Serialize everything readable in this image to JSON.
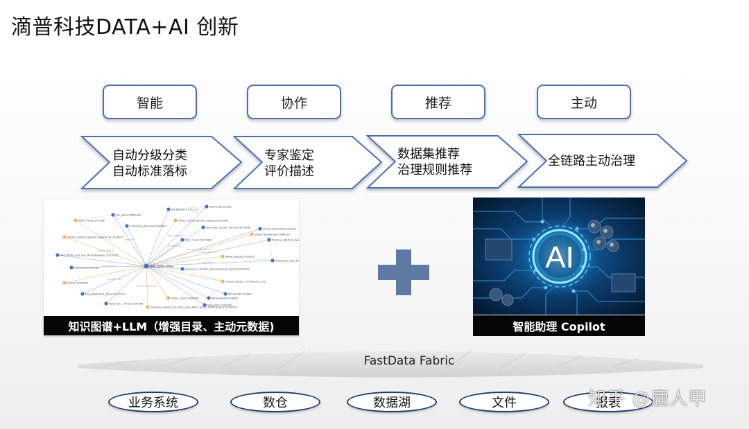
{
  "title": "滴普科技DATA+AI 创新",
  "stages": [
    {
      "tag": "智能",
      "lines": [
        "自动分级分类",
        "自动标准落标"
      ]
    },
    {
      "tag": "协作",
      "lines": [
        "专家鉴定",
        "评价描述"
      ]
    },
    {
      "tag": "推荐",
      "lines": [
        "数据集推荐",
        "治理规则推荐"
      ]
    },
    {
      "tag": "主动",
      "lines": [
        "全链路主动治理"
      ]
    }
  ],
  "knowledge_graph": {
    "caption": "知识图谱+LLM（增强目录、主动元数据)",
    "center_label": "Bob_Dylan:2044",
    "node_labels": [
      "Rock_music:271298",
      "the_Band:5829444",
      "Columbia_Records:3163981",
      "Artists_United_Against_Apartheid:3126077",
      "Tom_Petty_and_the_Heartbreakers:3317323",
      "Harmonica:581489",
      "Guitar:3046758",
      "the_Basement_Tapes:3212223",
      "Peter_Sh..._Prize:5790481",
      "Grammy_Award_for_Best_Solo_Rock_Vocal_Performance:3164749",
      "songwriter:1071177",
      "Nashville:320187",
      "Other_contemporary_gospel:3299789",
      "Kennedy_Center_Honors:4116399",
      "Folk_music:3233693",
      "singer-songwriter:2488291",
      "Pinner_Records:2233159",
      "Thomas_Merton_Award:3297920",
      "Texas_Shiela:3707652",
      "American_Folk_Music:37831229",
      "Grammy_Lifetime_Achievement_Award:3259919",
      "United_States_of_America:333",
      "Minneapolis:224891",
      "Minnesota:224891",
      "Saint_Louis:3466339",
      "New_York_City:380"
    ],
    "edge_labels": [
      "genre:10",
      "record_label:8",
      "instrument:6",
      "member_of:9",
      "award_received:4",
      "place_of_birth:2",
      "occupation:5",
      "country_of_citizenship:7",
      "influenced_by:3",
      "performer:11"
    ]
  },
  "copilot": {
    "caption": "智能助理 Copilot",
    "badge": "AI",
    "icon": "ai-chip-circuit-board"
  },
  "fabric_label": "FastData Fabric",
  "sources": [
    "业务系统",
    "数仓",
    "数据湖",
    "文件",
    "报表"
  ],
  "watermark": "知乎 @鹿人甲",
  "colors": {
    "accent": "#4a6fb5",
    "chevron_border": "#4a6fb5",
    "pill_border": "#1f3e6e",
    "plus": "#5e7aa2",
    "graph_blue": "#4472c4",
    "graph_orange": "#f2b55b"
  }
}
